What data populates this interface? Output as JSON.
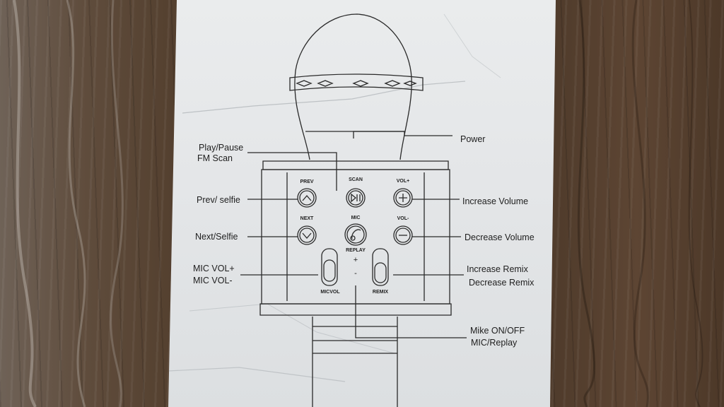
{
  "callouts": {
    "play_pause": "Play/Pause",
    "fm_scan": "FM Scan",
    "power": "Power",
    "prev_selfie": "Prev/ selfie",
    "next_selfie": "Next/Selfie",
    "mic_vol_plus": "MIC VOL+",
    "mic_vol_minus": "MIC VOL-",
    "increase_volume": "Increase Volume",
    "decrease_volume": "Decrease Volume",
    "increase_remix": "Increase Remix",
    "decrease_remix": "Decrease Remix",
    "mike_on_off": "Mike ON/OFF",
    "mic_replay": "MIC/Replay"
  },
  "panel": {
    "prev": "PREV",
    "scan": "SCAN",
    "vol_plus": "VOL+",
    "next": "NEXT",
    "mic": "MIC",
    "vol_minus": "VOL-",
    "replay": "REPLAY",
    "plus": "+",
    "minus": "-",
    "micvol": "MICVOL",
    "remix": "REMIX"
  },
  "colors": {
    "ink": "#1e1e1e",
    "paper": "#e6e8ea",
    "wood": "#54402f"
  }
}
